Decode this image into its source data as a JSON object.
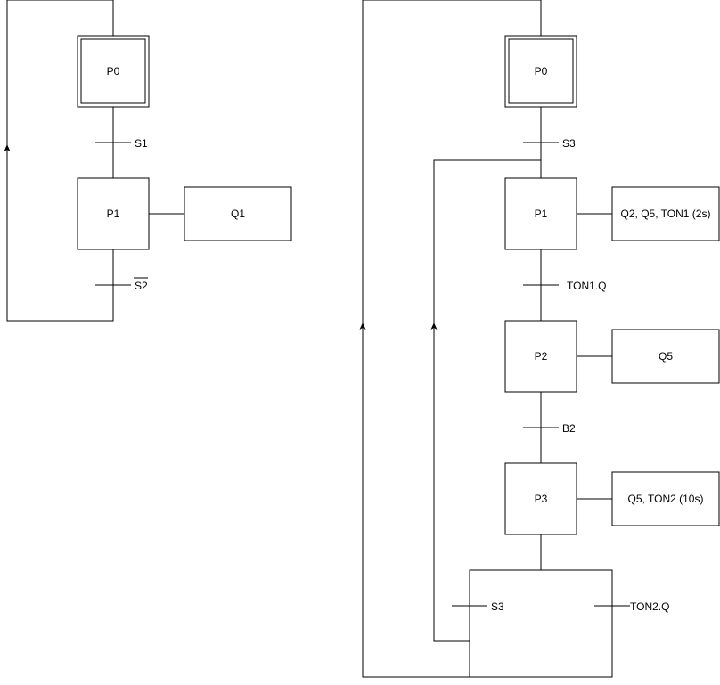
{
  "left": {
    "steps": [
      "P0",
      "P1"
    ],
    "transitions": [
      "S1",
      "S2"
    ],
    "actions": [
      "Q1"
    ]
  },
  "right": {
    "steps": [
      "P0",
      "P1",
      "P2",
      "P3"
    ],
    "transitions": [
      "S3",
      "TON1.Q",
      "B2",
      "S3",
      "TON2.Q"
    ],
    "actions": [
      "Q2, Q5, TON1 (2s)",
      "Q5",
      "Q5, TON2 (10s)"
    ]
  },
  "colors": {
    "stroke": "#000000",
    "fill": "#ffffff"
  }
}
